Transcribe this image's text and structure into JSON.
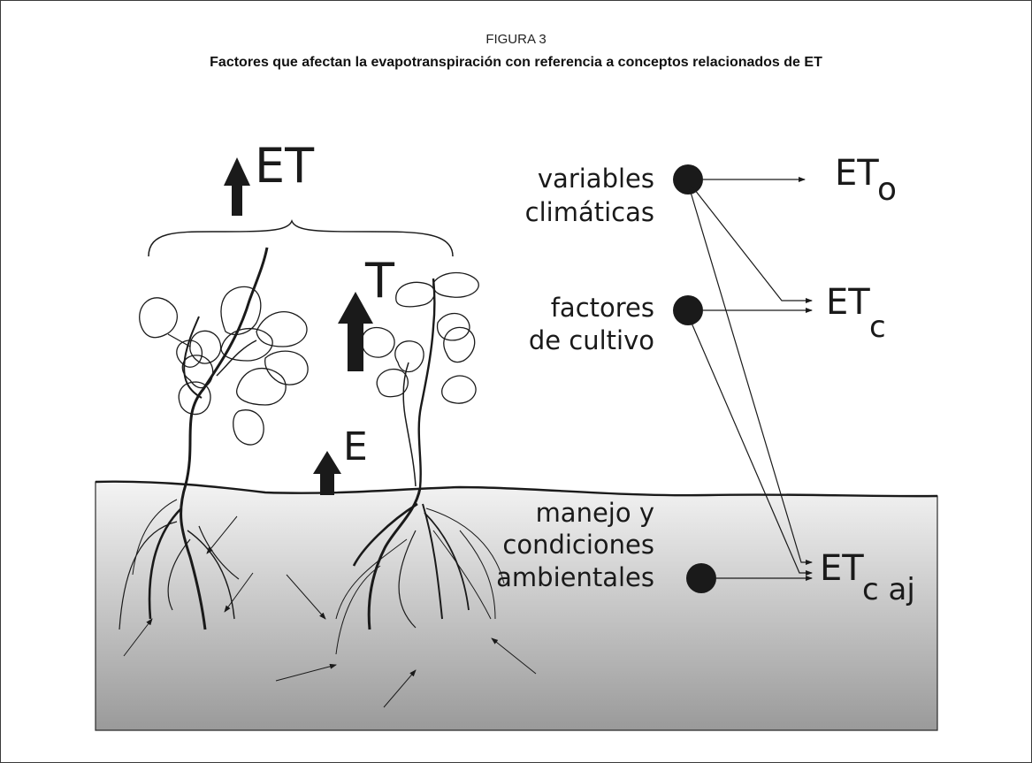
{
  "figure": {
    "label": "FIGURA 3",
    "title": "Factores que afectan la evapotranspiración con referencia a conceptos relacionados de ET"
  },
  "flux_labels": {
    "et": "ET",
    "t": "T",
    "e": "E"
  },
  "factors": {
    "climate_line1": "variables",
    "climate_line2": "climáticas",
    "crop_line1": "factores",
    "crop_line2": "de cultivo",
    "management_line1": "manejo y",
    "management_line2": "condiciones",
    "management_line3": "ambientales"
  },
  "outputs": {
    "eto_main": "ET",
    "eto_sub": "o",
    "etc_main": "ET",
    "etc_sub": "c",
    "etcaj_main": "ET",
    "etcaj_sub": "c aj"
  },
  "colors": {
    "ink": "#1a1a1a",
    "soil_top": "#f4f4f4",
    "soil_bottom": "#9a9a9a"
  }
}
